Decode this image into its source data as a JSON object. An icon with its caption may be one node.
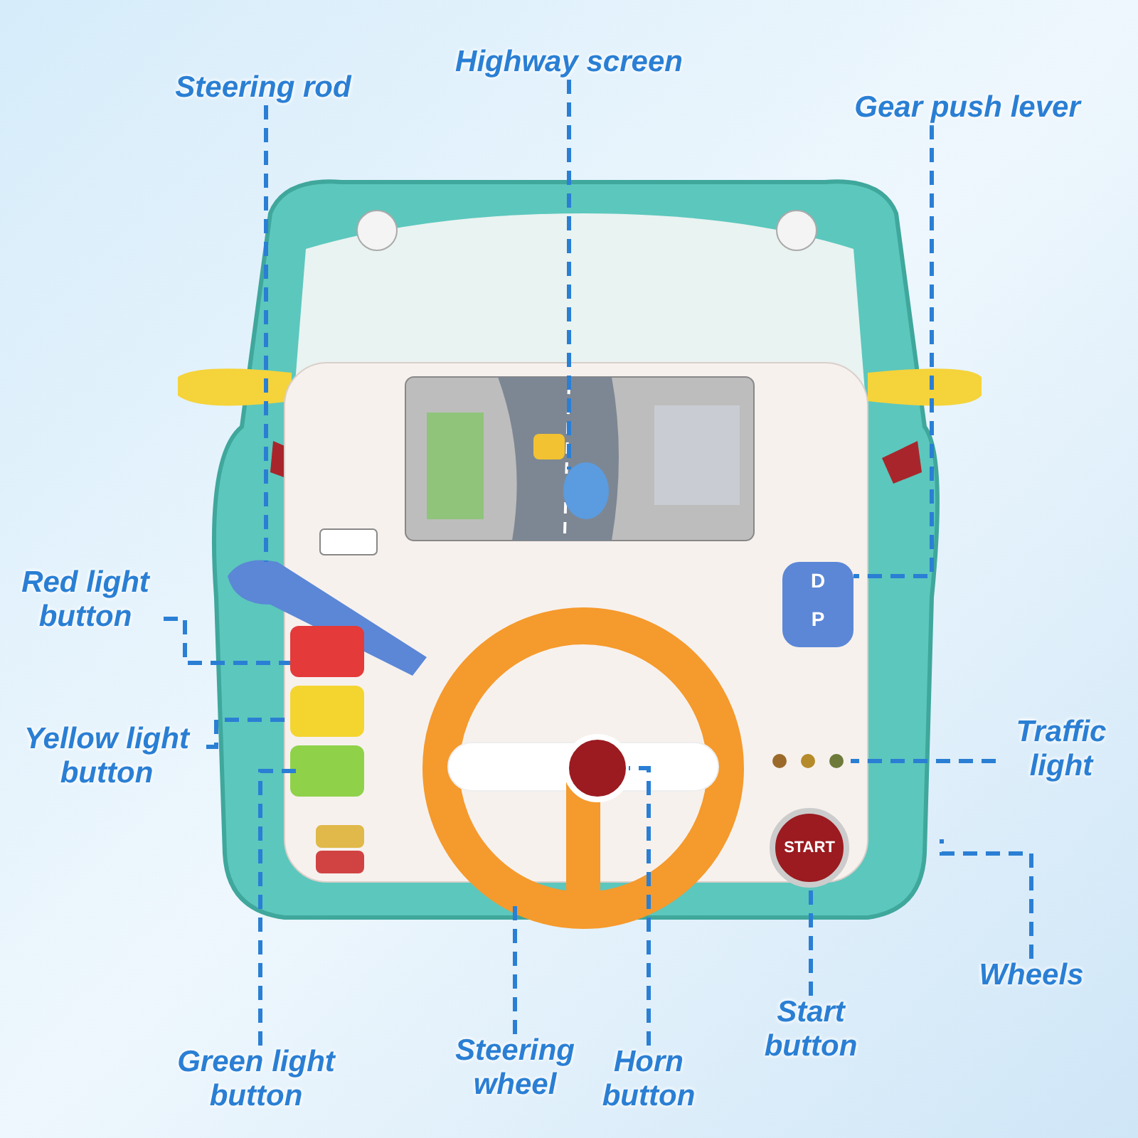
{
  "diagram": {
    "nodes": [
      {
        "text": [
          "Steering rod"
        ]
      },
      {
        "text": [
          "Highway screen"
        ]
      },
      {
        "text": [
          "Gear push lever"
        ]
      },
      {
        "text": [
          "Red light button"
        ]
      },
      {
        "text": [
          "Yellow light button"
        ]
      },
      {
        "text": [
          "Traffic light"
        ]
      },
      {
        "text": [
          "Green light button"
        ]
      },
      {
        "text": [
          "Steering wheel"
        ]
      },
      {
        "text": [
          "Horn button"
        ]
      },
      {
        "text": [
          "Start button"
        ]
      },
      {
        "text": [
          "Wheels"
        ]
      },
      {
        "text": [
          "D",
          "P"
        ]
      },
      {
        "text": [
          "START"
        ]
      }
    ],
    "edges": [
      {
        "from": 0,
        "to": null,
        "arrow": "none"
      },
      {
        "from": 1,
        "to": null,
        "arrow": "none"
      },
      {
        "from": 2,
        "to": 11,
        "arrow": "none"
      },
      {
        "from": 3,
        "to": null,
        "arrow": "none"
      },
      {
        "from": 4,
        "to": null,
        "arrow": "none"
      },
      {
        "from": 5,
        "to": null,
        "arrow": "none"
      },
      {
        "from": 6,
        "to": null,
        "arrow": "none"
      },
      {
        "from": 7,
        "to": null,
        "arrow": "none"
      },
      {
        "from": 8,
        "to": null,
        "arrow": "none"
      },
      {
        "from": 9,
        "to": 12,
        "arrow": "none"
      },
      {
        "from": 10,
        "to": null,
        "arrow": "none"
      }
    ]
  }
}
